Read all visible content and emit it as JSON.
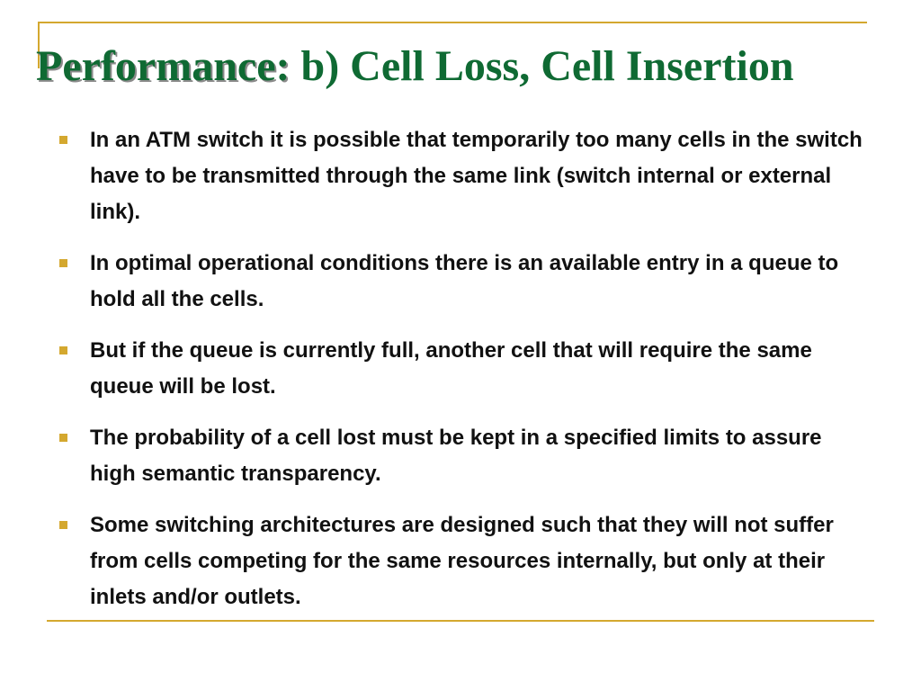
{
  "slide": {
    "title_lead": "Performance:",
    "title_rest": " b) Cell Loss, Cell Insertion",
    "bullets": [
      "In an ATM switch it is possible that temporarily too many cells in the switch have to be transmitted through the same link (switch internal or external link).",
      "In optimal operational conditions there is an available entry in a queue to hold all the cells.",
      "But if the queue is currently full, another cell that will require the same queue will be lost.",
      "The probability of a cell lost must be kept in a specified limits to assure high semantic transparency.",
      "Some switching architectures are designed such that they will not suffer from cells competing for the same resources internally, but only at their inlets and/or outlets."
    ]
  },
  "colors": {
    "title": "#0f6a33",
    "accent_rule": "#d4a82f",
    "bullet_marker": "#d4a82f",
    "body_text": "#111111",
    "background": "#ffffff"
  }
}
